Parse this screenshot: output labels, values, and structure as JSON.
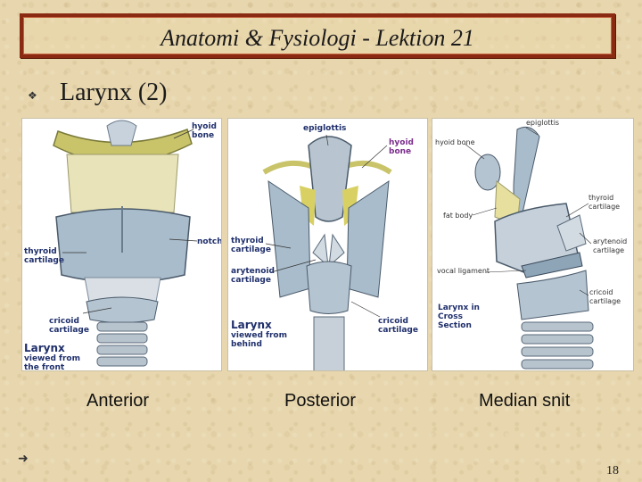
{
  "slide": {
    "title": "Anatomi & Fysiologi - Lektion 21",
    "heading": "Larynx (2)",
    "page_number": "18",
    "accent_color": "#8b2a12"
  },
  "icons": {
    "bullet": "diamond-bullet-icon",
    "nav": "right-arrow-icon"
  },
  "figures": {
    "anterior": {
      "caption": "Anterior",
      "labels": {
        "hyoid": "hyoid\nbone",
        "notch": "notch",
        "thyroid": "thyroid\ncartilage",
        "cricoid": "cricoid\ncartilage",
        "title": "Larynx",
        "subtitle": "viewed from\nthe front"
      }
    },
    "posterior": {
      "caption": "Posterior",
      "labels": {
        "epiglottis": "epiglottis",
        "hyoid": "hyoid\nbone",
        "thyroid": "thyroid\ncartilage",
        "arytenoid": "arytenoid\ncartilage",
        "title": "Larynx",
        "subtitle": "viewed from\nbehind",
        "cricoid": "cricoid\ncartilage"
      }
    },
    "median": {
      "caption": "Median snit",
      "labels": {
        "epiglottis": "epiglottis",
        "hyoid": "hyoid bone",
        "thyroid": "thyroid\ncartilage",
        "fat": "fat body",
        "arytenoid": "arytenoid\ncartilage",
        "vocal": "vocal ligament",
        "cricoid": "cricoid\ncartilage",
        "cross": "Larynx in\nCross\nSection"
      }
    }
  }
}
